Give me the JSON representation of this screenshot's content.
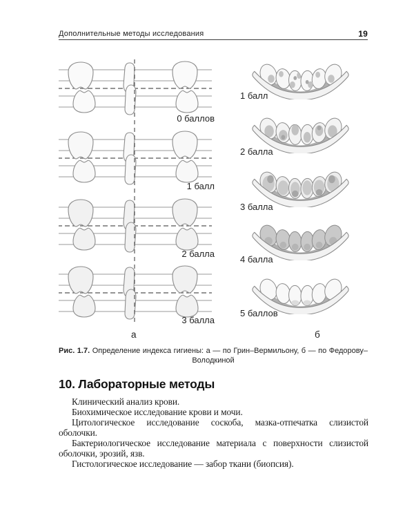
{
  "header": {
    "title": "Дополнительные методы исследования",
    "page_number": "19"
  },
  "figure": {
    "left": {
      "labels": [
        "0 баллов",
        "1 балл",
        "2 балла",
        "3 балла"
      ],
      "letter": "а"
    },
    "right": {
      "labels": [
        "1 балл",
        "2 балла",
        "3 балла",
        "4 балла",
        "5 баллов"
      ],
      "letter": "б"
    },
    "caption": {
      "label": "Рис. 1.7.",
      "line1": "Определение индекса гигиены: а — по Грин–Вермильону, б — по Федорову–",
      "line2": "Володкиной"
    }
  },
  "section": {
    "heading": "10. Лабораторные методы",
    "paragraphs": [
      "Клинический анализ крови.",
      "Биохимическое исследование крови и мочи.",
      "Цитологическое исследование соскоба, мазка-отпечатка слизистой оболочки.",
      "Бактериологическое исследование материала с поверхности сли­зи­стой оболочки, эрозий, язв.",
      "Гистологическое исследование — забор ткани (биопсия)."
    ]
  },
  "colors": {
    "ink": "#1a1a1a",
    "drawing_stroke": "#8a8a8a",
    "stain_gray": "#c3c3c3"
  }
}
